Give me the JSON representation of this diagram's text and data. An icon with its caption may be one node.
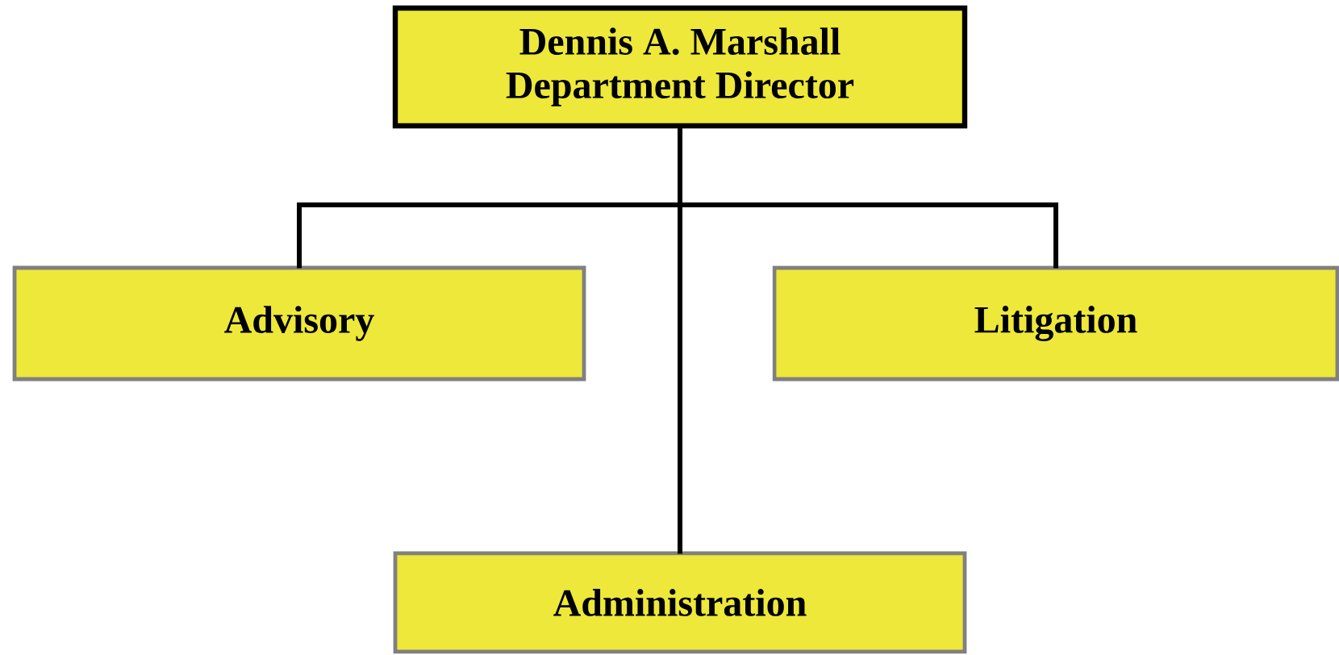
{
  "diagram": {
    "nodes": [
      {
        "text": [
          "Dennis A. Marshall",
          "Department Director"
        ]
      },
      {
        "text": [
          "Advisory"
        ]
      },
      {
        "text": [
          "Litigation"
        ]
      },
      {
        "text": [
          "Administration"
        ]
      }
    ],
    "edges": [
      {
        "from": 0,
        "to": 1,
        "arrow": "none"
      },
      {
        "from": 0,
        "to": 2,
        "arrow": "none"
      },
      {
        "from": 0,
        "to": 3,
        "arrow": "none"
      }
    ]
  }
}
